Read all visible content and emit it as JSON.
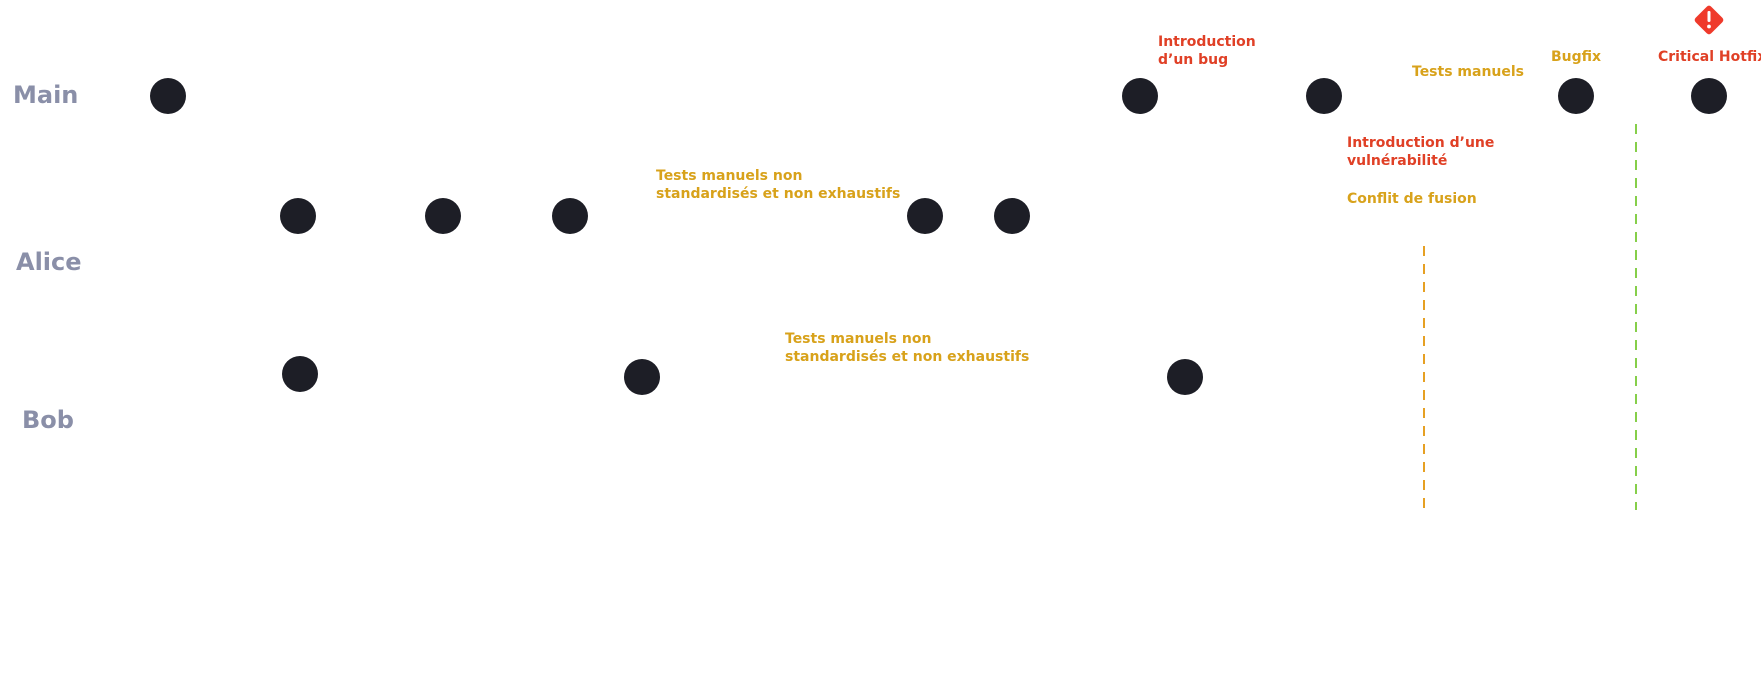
{
  "lanes": {
    "main": "Main",
    "alice": "Alice",
    "bob": "Bob"
  },
  "notes": {
    "intro_bug_line1": "Introduction",
    "intro_bug_line2": "d’un bug",
    "tests_manuels": "Tests manuels",
    "bugfix": "Bugfix",
    "critical_hotfix": "Critical Hotfix",
    "intro_vuln_line1": "Introduction d’une",
    "intro_vuln_line2": "vulnérabilité",
    "conflit": "Conflit de fusion",
    "alice_tests_line1": "Tests manuels non",
    "alice_tests_line2": "standardisés et non exhaustifs",
    "bob_tests_line1": "Tests manuels non",
    "bob_tests_line2": "standardisés et non exhaustifs"
  },
  "colors": {
    "commit": "#1d1e26",
    "lane_label": "#8a8fa8",
    "red": "#e04026",
    "gold": "#d8a21b",
    "merge_line": "#e6a023",
    "hotfix_line": "#86cf4a",
    "warning": "#ef3a2b"
  },
  "icons": {
    "critical": "warning-diamond-icon"
  }
}
